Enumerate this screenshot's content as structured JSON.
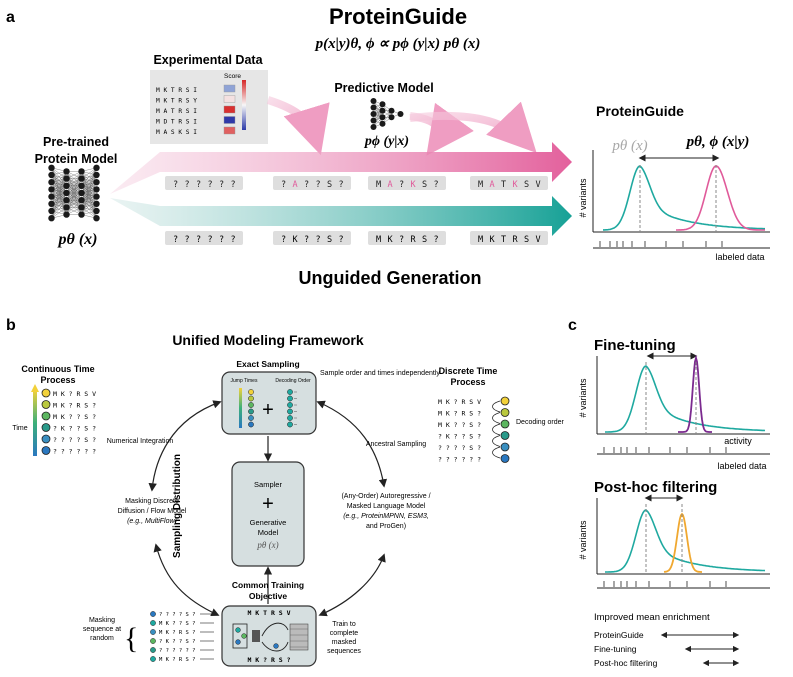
{
  "panel_a": {
    "label": "a",
    "title": "ProteinGuide",
    "equation": "p(x|y)θ, ϕ ∝ pϕ (y|x) pθ (x)",
    "experimental_data": {
      "title": "Experimental Data",
      "score_label": "Score",
      "rows": [
        "M K T R S I",
        "M K T R S Y",
        "M A T R S I",
        "M D T R S I",
        "M A S K S I"
      ],
      "score_colors": [
        "#8fa3d6",
        "#f4e1e1",
        "#d83030",
        "#3039a8",
        "#e06060"
      ]
    },
    "predictive_model": {
      "title": "Predictive Model",
      "formula": "pϕ (y|x)"
    },
    "pretrained_model": {
      "title_line1": "Pre-trained",
      "title_line2": "Protein Model",
      "formula": "pθ (x)"
    },
    "guided_sequences": [
      [
        {
          "t": "?"
        },
        {
          "t": "?"
        },
        {
          "t": "?"
        },
        {
          "t": "?"
        },
        {
          "t": "?"
        },
        {
          "t": "?"
        }
      ],
      [
        {
          "t": "?"
        },
        {
          "t": "A",
          "hl": true
        },
        {
          "t": "?"
        },
        {
          "t": "?"
        },
        {
          "t": "S"
        },
        {
          "t": "?"
        }
      ],
      [
        {
          "t": "M"
        },
        {
          "t": "A",
          "hl": true
        },
        {
          "t": "?"
        },
        {
          "t": "K",
          "hl": true
        },
        {
          "t": "S"
        },
        {
          "t": "?"
        }
      ],
      [
        {
          "t": "M"
        },
        {
          "t": "A",
          "hl": true
        },
        {
          "t": "T"
        },
        {
          "t": "K",
          "hl": true
        },
        {
          "t": "S"
        },
        {
          "t": "V"
        }
      ]
    ],
    "unguided_sequences": [
      "? ? ? ? ? ?",
      "? K ? ? S ?",
      "M K ? R S ?",
      "M K T R S V"
    ],
    "unguided_title": "Unguided Generation",
    "plot": {
      "title": "ProteinGuide",
      "label_prior": "pθ (x)",
      "label_posterior": "pθ, ϕ (x|y)",
      "ylabel": "# variants",
      "xlabel": "labeled data"
    }
  },
  "panel_b": {
    "label": "b",
    "title": "Unified Modeling Framework",
    "exact_sampling": {
      "title": "Exact Sampling",
      "jump_label": "Jump Times",
      "decoding_label": "Decoding Order",
      "note": "Sample order and times independently"
    },
    "continuous_time": {
      "title_line1": "Continuous Time",
      "title_line2": "Process",
      "time_label": "Time",
      "rows": [
        "M K ? R S V",
        "M K ? R S ?",
        "M K ? ? S ?",
        "? K ? ? S ?",
        "? ? ? ? S ?",
        "? ? ? ? ? ?"
      ]
    },
    "discrete_time": {
      "title_line1": "Discrete Time",
      "title_line2": "Process",
      "order_label": "Decoding order",
      "rows": [
        "M K ? R S V",
        "M K ? R S ?",
        "M K ? ? S ?",
        "? K ? ? S ?",
        "? ? ? ? S ?",
        "? ? ? ? ? ?"
      ]
    },
    "sampling_distribution": "Sampling Distribution",
    "center_box": {
      "sampler": "Sampler",
      "plus": "+",
      "generative": "Generative",
      "model": "Model",
      "formula": "pθ (x)"
    },
    "numerical_integration": "Numerical Integration",
    "ancestral_sampling": "Ancestral Sampling",
    "masking_model": {
      "line1": "Masking Discrete",
      "line2": "Diffusion / Flow Model",
      "line3": "(e.g., MultiFlow)"
    },
    "ar_model": {
      "line1": "(Any-Order) Autoregressive /",
      "line2": "Masked Language Model",
      "line3": "(e.g., ProteinMPNN, ESM3,",
      "line4": "and ProGen)"
    },
    "training": {
      "title_line1": "Common Training",
      "title_line2": "Objective",
      "top_seq": "M K T R S V",
      "bottom_seq": "M K ? R S ?",
      "note_left_line1": "Masking",
      "note_left_line2": "sequence at",
      "note_left_line3": "random",
      "note_right_line1": "Train to",
      "note_right_line2": "complete",
      "note_right_line3": "masked",
      "note_right_line4": "sequences",
      "masked_rows": [
        "? ? ? ? S ?",
        "M K ? ? S ?",
        "M K ? R S ?",
        "? K ? ? S ?",
        "? ? ? ? ? ?",
        "M K ? R S ?"
      ]
    }
  },
  "panel_c": {
    "label": "c",
    "finetune": {
      "title": "Fine-tuning",
      "ylabel": "# variants",
      "xlabel": "activity",
      "xlabel2": "labeled data"
    },
    "posthoc": {
      "title": "Post-hoc filtering",
      "ylabel": "# variants"
    },
    "legend": {
      "title": "Improved mean enrichment",
      "items": [
        "ProteinGuide",
        "Fine-tuning",
        "Post-hoc filtering"
      ]
    }
  },
  "colors": {
    "teal": "#1fa9a0",
    "pink": "#e05a9a",
    "purple": "#7b2a8f",
    "orange": "#f0a830",
    "grey_box": "#dcdcdc",
    "center_box": "#d6dfe0"
  }
}
